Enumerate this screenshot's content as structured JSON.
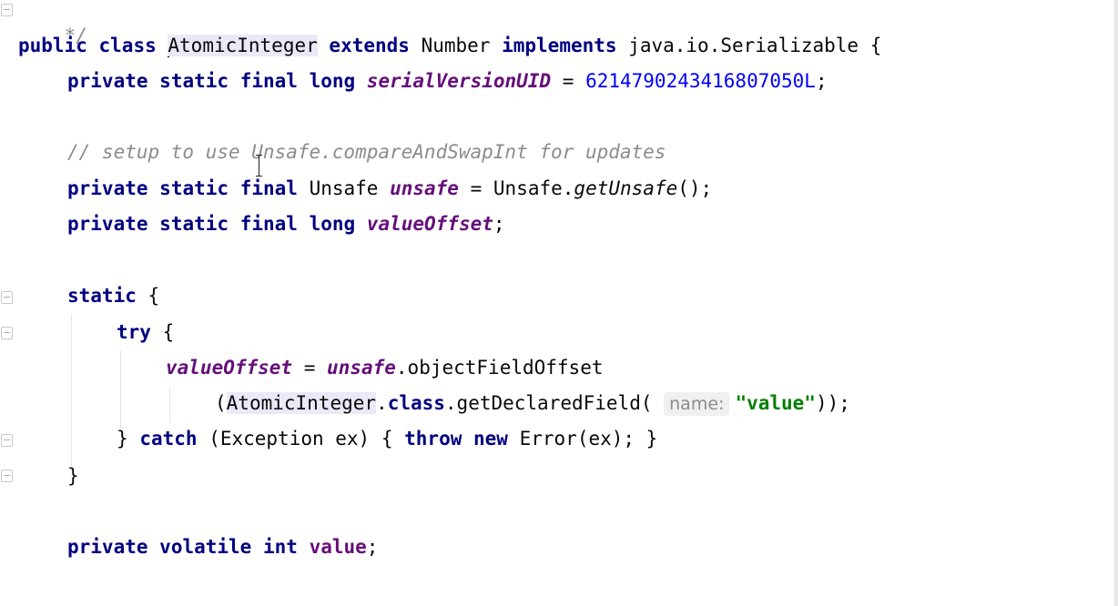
{
  "editor": {
    "lines": {
      "l0": {
        "comment_end": "*/"
      },
      "l1": {
        "public": "public",
        "class": "class",
        "classname": "AtomicInteger",
        "extends": "extends",
        "number": "Number",
        "implements": "implements",
        "serial_iface": "java.io.Serializable",
        "brace": "{"
      },
      "l2": {
        "private": "private",
        "static": "static",
        "final": "final",
        "long": "long",
        "name": "serialVersionUID",
        "eq": "=",
        "value": "6214790243416807050L",
        "semi": ";"
      },
      "l3": {
        "comment": "// setup to use Unsafe.compareAndSwapInt for updates"
      },
      "l4": {
        "private": "private",
        "static": "static",
        "final": "final",
        "type": "Unsafe",
        "name": "unsafe",
        "eq": "=",
        "call_prefix": "Unsafe.",
        "method": "getUnsafe",
        "tail": "();"
      },
      "l5": {
        "private": "private",
        "static": "static",
        "final": "final",
        "long": "long",
        "name": "valueOffset",
        "semi": ";"
      },
      "l6": {
        "static": "static",
        "brace": "{"
      },
      "l7": {
        "try": "try",
        "brace": "{"
      },
      "l8": {
        "field": "valueOffset",
        "eq": "=",
        "obj": "unsafe",
        "call": ".objectFieldOffset"
      },
      "l9": {
        "open": "(",
        "classname": "AtomicInteger",
        "dot": ".",
        "class_kw": "class",
        "call": ".getDeclaredField(",
        "hint": "name:",
        "str": "\"value\"",
        "close": "));"
      },
      "l10": {
        "close": "}",
        "catch": "catch",
        "params": "(Exception ex) {",
        "throw": "throw",
        "new": "new",
        "err": "Error(ex); }"
      },
      "l11": {
        "brace": "}"
      },
      "l12": {
        "private": "private",
        "volatile": "volatile",
        "int": "int",
        "name": "value",
        "semi": ";"
      }
    }
  },
  "colors": {
    "keyword": "#000080",
    "field": "#660e7a",
    "number": "#0000ff",
    "comment": "#8c8c8c",
    "string": "#008000"
  },
  "icons": [
    "fold-marker-icon",
    "text-cursor-icon"
  ]
}
